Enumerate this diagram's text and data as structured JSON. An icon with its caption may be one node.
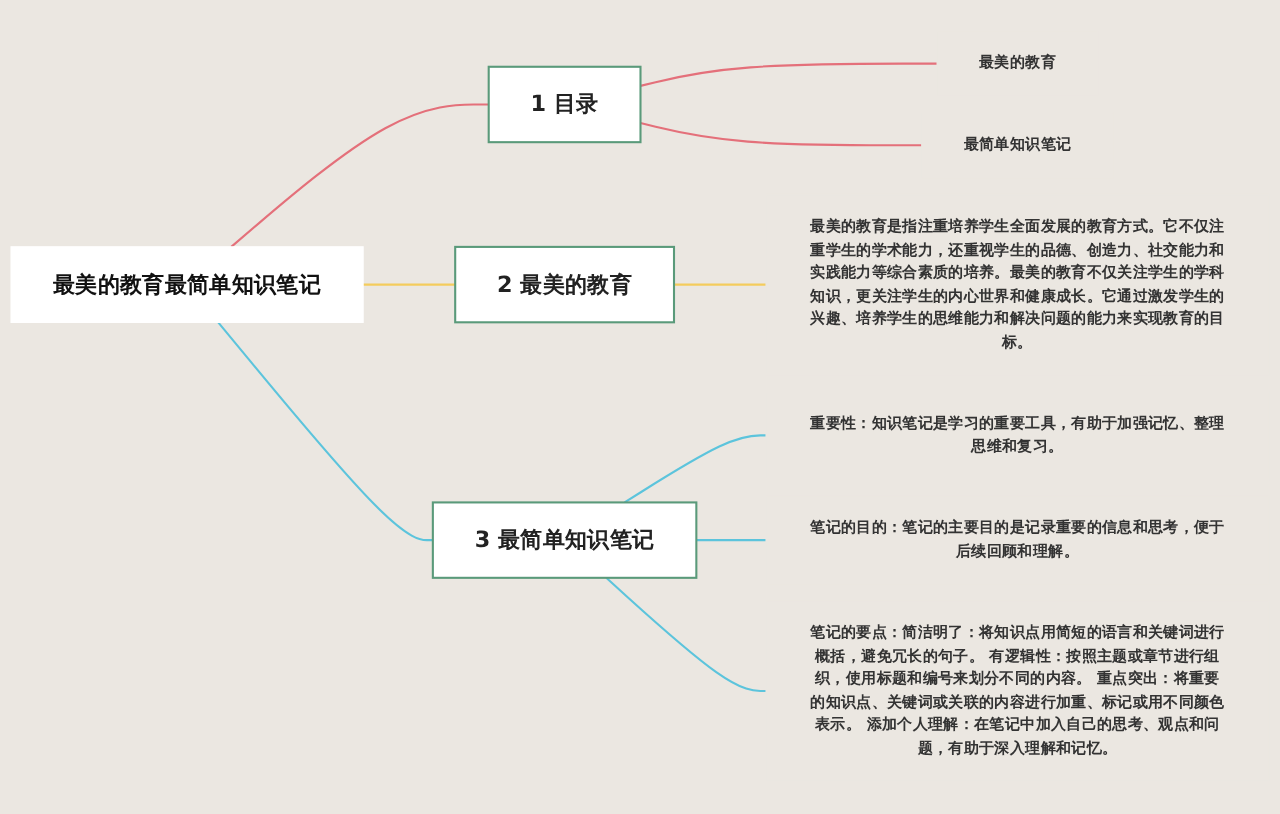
{
  "diagram": {
    "nodes": [
      {
        "text": [
          "最美的教育最简单知识笔记"
        ]
      },
      {
        "text": [
          "1 目录"
        ]
      },
      {
        "text": [
          "2 最美的教育"
        ]
      },
      {
        "text": [
          "3 最简单知识笔记"
        ]
      },
      {
        "text": [
          "最美的教育"
        ]
      },
      {
        "text": [
          "最简单知识笔记"
        ]
      },
      {
        "text": [
          "最美的教育是指注重培养学生全面发展的教育方式。它不仅注重学生的学术能力，还重视学生的品德、创造力、社交能力和实践能力等综合素质的培养。最美的教育不仅关注学生的学科知识，更关注学生的内心世界和健康成长。它通过激发学生的兴趣、培养学生的思维能力和解决问题的能力来实现教育的目标。"
        ]
      },
      {
        "text": [
          "重要性：知识笔记是学习的重要工具，有助于加强记忆、整理思维和复习。"
        ]
      },
      {
        "text": [
          "笔记的目的：笔记的主要目的是记录重要的信息和思考，便于后续回顾和理解。"
        ]
      },
      {
        "text": [
          "笔记的要点：简洁明了：将知识点用简短的语言和关键词进行概括，避免冗长的句子。 有逻辑性：按照主题或章节进行组织，使用标题和编号来划分不同的内容。 重点突出：将重要的知识点、关键词或关联的内容进行加重、标记或用不同颜色表示。 添加个人理解：在笔记中加入自己的思考、观点和问题，有助于深入理解和记忆。"
        ]
      }
    ],
    "edges": [
      {
        "from": 0,
        "to": 1,
        "arrow": "none",
        "color": "#e4707a"
      },
      {
        "from": 0,
        "to": 2,
        "arrow": "none",
        "color": "#f4cc5c"
      },
      {
        "from": 0,
        "to": 3,
        "arrow": "none",
        "color": "#5cc4dc"
      },
      {
        "from": 1,
        "to": 4,
        "arrow": "none",
        "color": "#e4707a"
      },
      {
        "from": 1,
        "to": 5,
        "arrow": "none",
        "color": "#e4707a"
      },
      {
        "from": 2,
        "to": 6,
        "arrow": "none",
        "color": "#f4cc5c"
      },
      {
        "from": 3,
        "to": 7,
        "arrow": "none",
        "color": "#5cc4dc"
      },
      {
        "from": 3,
        "to": 8,
        "arrow": "none",
        "color": "#5cc4dc"
      },
      {
        "from": 3,
        "to": 9,
        "arrow": "none",
        "color": "#5cc4dc"
      }
    ]
  }
}
